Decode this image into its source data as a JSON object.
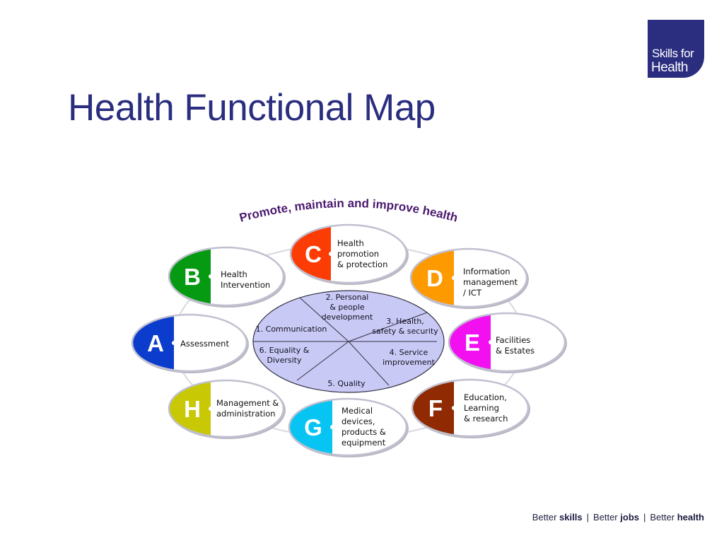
{
  "logo": {
    "line1": "Skills for",
    "line2": "Health"
  },
  "title": "Health Functional Map",
  "banner": "Promote, maintain and improve health",
  "colors": {
    "title": "#2b2e7f",
    "banner": "#4a1a6e",
    "inner": "#c9c9f5",
    "A": "#0b3ccc",
    "B": "#069a12",
    "C": "#fb3c05",
    "D": "#fd9a00",
    "E": "#f210f0",
    "F": "#8f2a03",
    "G": "#07c4f2",
    "H": "#c8c804"
  },
  "inner_segments": [
    {
      "id": "1",
      "lines": [
        "1. Communication"
      ]
    },
    {
      "id": "2",
      "lines": [
        "2. Personal",
        "& people",
        "development"
      ]
    },
    {
      "id": "3",
      "lines": [
        "3. Health,",
        "safety & security"
      ]
    },
    {
      "id": "4",
      "lines": [
        "4. Service",
        "improvement"
      ]
    },
    {
      "id": "5",
      "lines": [
        "5. Quality"
      ]
    },
    {
      "id": "6",
      "lines": [
        "6. Equality &",
        "Diversity"
      ]
    }
  ],
  "nodes": [
    {
      "letter": "A",
      "lines": [
        "Assessment"
      ]
    },
    {
      "letter": "B",
      "lines": [
        "Health",
        "Intervention"
      ]
    },
    {
      "letter": "C",
      "lines": [
        "Health",
        "promotion",
        "& protection"
      ]
    },
    {
      "letter": "D",
      "lines": [
        "Information",
        "management",
        "/ ICT"
      ]
    },
    {
      "letter": "E",
      "lines": [
        "Facilities",
        "& Estates"
      ]
    },
    {
      "letter": "F",
      "lines": [
        "Education,",
        "Learning",
        "& research"
      ]
    },
    {
      "letter": "G",
      "lines": [
        "Medical",
        "devices,",
        "products &",
        "equipment"
      ]
    },
    {
      "letter": "H",
      "lines": [
        "Management &",
        "administration"
      ]
    }
  ],
  "footer": {
    "better": "Better",
    "skills": "skills",
    "jobs": "jobs",
    "health": "health",
    "separator": "|"
  }
}
